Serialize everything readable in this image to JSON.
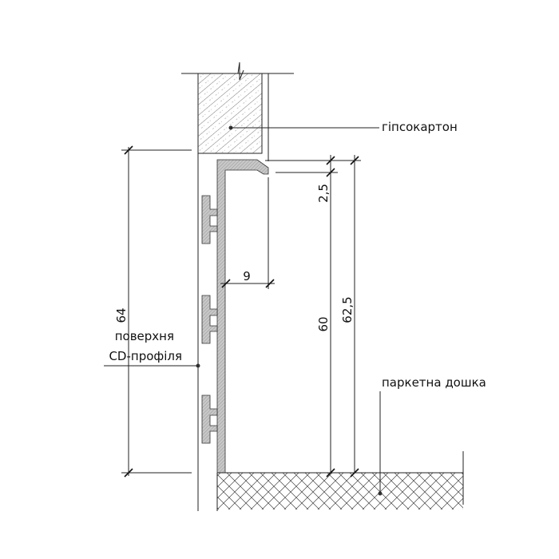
{
  "labels": {
    "drywall": "гіпсокартон",
    "cd_profile_line1": "поверхня",
    "cd_profile_line2": "CD-профіля",
    "parquet": "паркетна дошка"
  },
  "dimensions": {
    "total_height": "64",
    "top_gap": "2,5",
    "depth": "9",
    "profile_height": "60",
    "inner_height": "62,5"
  }
}
